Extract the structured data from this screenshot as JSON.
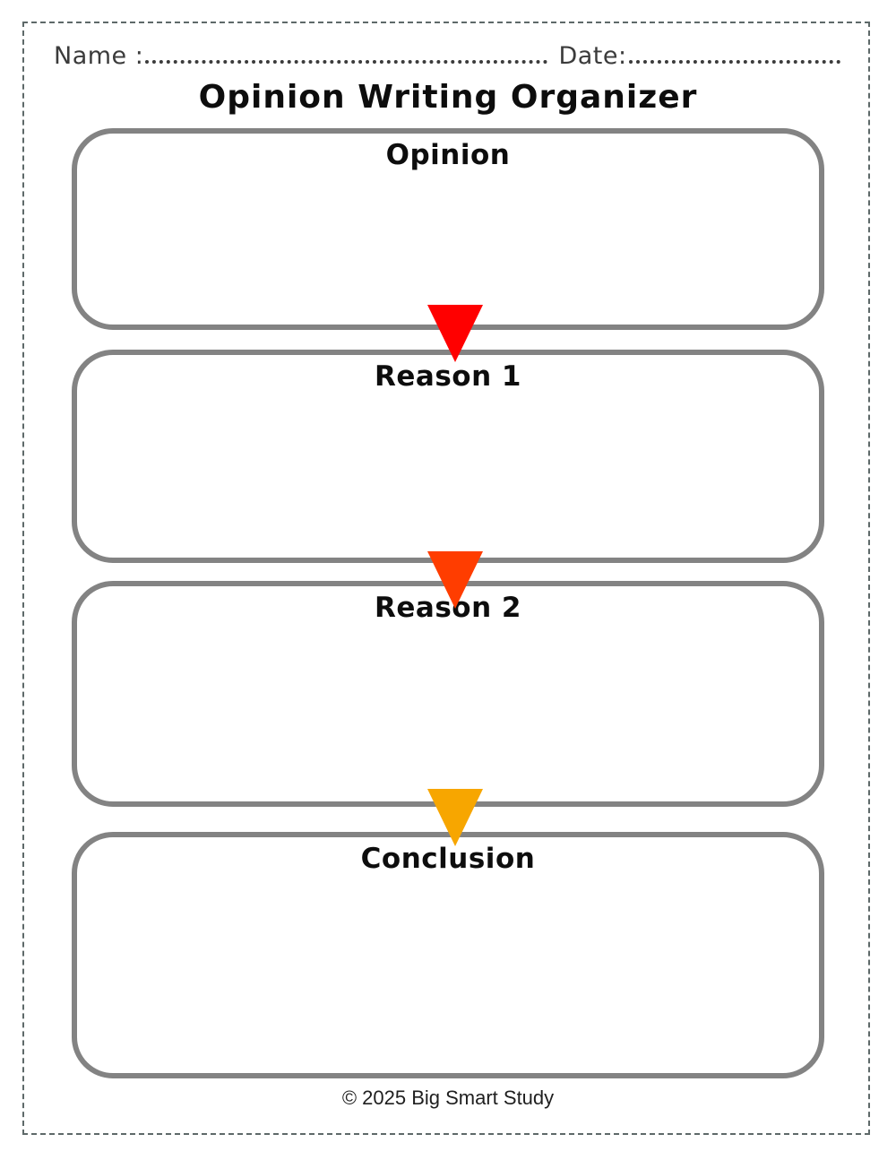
{
  "header": {
    "name_label": "Name :",
    "date_label": "Date:"
  },
  "title": "Opinion Writing Organizer",
  "organizer": {
    "boxes": [
      {
        "label": "Opinion"
      },
      {
        "label": "Reason 1"
      },
      {
        "label": "Reason 2"
      },
      {
        "label": "Conclusion"
      }
    ]
  },
  "arrows": [
    {
      "icon": "down-arrow",
      "color": "#FF0000"
    },
    {
      "icon": "down-arrow",
      "color": "#FF3D00"
    },
    {
      "icon": "down-arrow",
      "color": "#F7A600"
    }
  ],
  "footer": {
    "copyright": "© 2025 Big Smart Study"
  },
  "colors": {
    "box_border": "#838383",
    "frame_border": "#5E6969",
    "heading_text": "#0D0D0D",
    "header_text": "#3B3B3B"
  }
}
